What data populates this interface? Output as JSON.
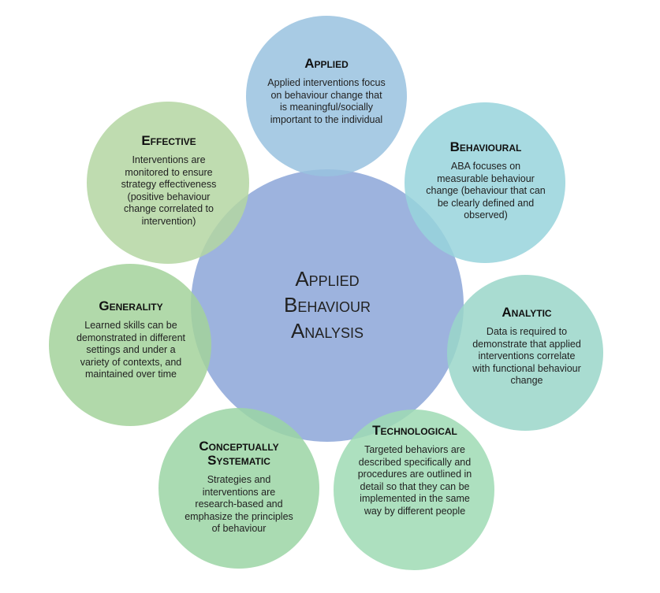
{
  "center": {
    "lines": [
      "Applied",
      "Behaviour",
      "Analysis"
    ],
    "color": "#8fa9d9"
  },
  "nodes": [
    {
      "title": "Applied",
      "text": "Applied interventions focus on behaviour change that is meaningful/socially important to the individual",
      "color": "#99c2df"
    },
    {
      "title": "Behavioural",
      "text": "ABA focuses on measurable behaviour change (behaviour that can be clearly defined and observed)",
      "color": "#98d3dc"
    },
    {
      "title": "Analytic",
      "text": "Data is required to demonstrate that applied interventions correlate with functional behaviour change",
      "color": "#9ad6c9"
    },
    {
      "title": "Technological",
      "text": "Targeted behaviors are described specifically and procedures are outlined in detail so that they can be implemented in the same way by different people",
      "color": "#9fdab4"
    },
    {
      "title": "Conceptually Systematic",
      "text": "Strategies and interventions are research-based and emphasize the principles of behaviour",
      "color": "#9bd5a5"
    },
    {
      "title": "Generality",
      "text": "Learned skills can be demonstrated in different settings and under a variety of contexts, and maintained over time",
      "color": "#a3d29b"
    },
    {
      "title": "Effective",
      "text": "Interventions are monitored to ensure strategy effectiveness (positive behaviour change correlated to intervention)",
      "color": "#b4d6a2"
    }
  ]
}
